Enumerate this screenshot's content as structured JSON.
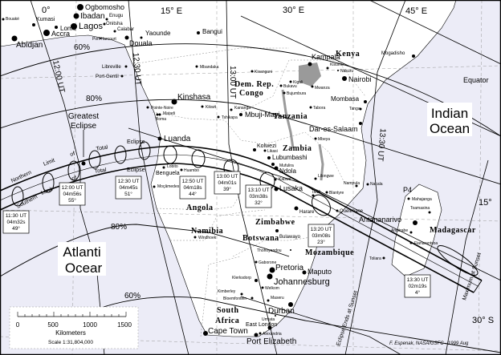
{
  "colors": {
    "ocean": "#ececf7",
    "land": "#ffffff",
    "lake": "#9a9a9a",
    "ink": "#000000"
  },
  "graticule": {
    "lon_0": "0°",
    "lon_15": "15° E",
    "lon_30": "30° E",
    "lon_45": "45° E",
    "lat_15": "15°",
    "lat_30": "30° S",
    "equator": "Equator"
  },
  "time_lines": {
    "t1200": "12:00 UT",
    "t1230": "12:30 UT",
    "t1300": "13:00 UT",
    "t1330": "13:30 UT"
  },
  "magnitude": {
    "n60": "60%",
    "n80": "80%",
    "s80": "80%",
    "s60": "60%"
  },
  "annotations": {
    "greatest_1": "Greatest",
    "greatest_2": "Eclipse",
    "northern": "Northern",
    "limit_n": "Limit",
    "of_n": "of",
    "total_n": "Total",
    "eclipse_n": "Eclipse",
    "southern": "Southern",
    "limit_s": "Limit",
    "of_s": "of",
    "total_s": "Total",
    "eclipse_s": "Eclipse",
    "indian_1": "Indian",
    "indian_2": "Ocean",
    "atlantic_1": "Atlanti",
    "atlantic_2": "Ocear",
    "ends_sunset": "Eclipse Ends at Sunset",
    "max_sunset": "Maximum at Sunset",
    "p4": "P4",
    "credit": "F. Espenak, NASA/GSFC - 1999 Aug"
  },
  "countries": [
    "Kenya",
    "Dem. Rep.",
    "Congo",
    "Tanzania",
    "Zambia",
    "Angola",
    "Namibia",
    "Botswana",
    "Zimbabwe",
    "Mozambique",
    "Madagascar",
    "South",
    "Africa"
  ],
  "cities": [
    "Ogbomosho",
    "Ibadan",
    "Lagos",
    "Lome",
    "Accra",
    "Kumasi",
    "Abidjan",
    "Bouaké",
    "Enugu",
    "Onitsha",
    "Calabar",
    "Port Harcourt",
    "Douala",
    "Yaounde",
    "Bangui",
    "Mbandaka",
    "Libreville",
    "Port-Gentil",
    "Kinshasa",
    "Pointe-Noire",
    "Matadi",
    "Boma",
    "Kikwit",
    "Kananga",
    "Tshikapa",
    "Mbuji-Mayi",
    "Luanda",
    "Lobito",
    "Benguela",
    "Huambo",
    "Moçâmedes",
    "Windhoek",
    "Kisangani",
    "Kampala",
    "Kisumu",
    "Nakuru",
    "Nairobi",
    "Kigali",
    "Bukavu",
    "Mwanza",
    "Bujumbura",
    "Mombasa",
    "Tanga",
    "Tabora",
    "Dar-es-Salaam",
    "Mbeya",
    "Mogadisho",
    "Kolwezi",
    "Likasi",
    "Lubumbashi",
    "Mufulira",
    "Ndola",
    "Kabwe",
    "Lusaka",
    "Lilongwe",
    "Nampula",
    "Nacala",
    "Tete",
    "Blantyre",
    "Quelimane",
    "Harare",
    "Bulawayo",
    "Thohoyandou",
    "Gaborone",
    "Pretoria",
    "Johannesburg",
    "Maputo",
    "Klerksdorp",
    "Welkom",
    "Kimberley",
    "Bloemfontein",
    "Maseru",
    "Durban",
    "Umtata",
    "East London",
    "Alexandria",
    "Port Elizabeth",
    "Cape Town",
    "Mahajanga",
    "Toamasina",
    "Antananarivo",
    "Antsirabe",
    "Fianarantsoa",
    "Toliara"
  ],
  "time_boxes": [
    {
      "time": "11:30 UT",
      "duration": "04m32s",
      "altitude": "49°"
    },
    {
      "time": "12:00 UT",
      "duration": "04m56s",
      "altitude": "55°"
    },
    {
      "time": "12:30 UT",
      "duration": "04m45s",
      "altitude": "51°"
    },
    {
      "time": "12:50 UT",
      "duration": "04m18s",
      "altitude": "44°"
    },
    {
      "time": "13:00 UT",
      "duration": "04m01s",
      "altitude": "39°"
    },
    {
      "time": "13:10 UT",
      "duration": "03m38s",
      "altitude": "32°"
    },
    {
      "time": "13:20 UT",
      "duration": "03m08s",
      "altitude": "23°"
    },
    {
      "time": "13:30 UT",
      "duration": "02m19s",
      "altitude": "4°"
    }
  ],
  "scale": {
    "ticks": [
      "0",
      "500",
      "1000",
      "1500"
    ],
    "unit": "Kilometers",
    "ratio": "Scale 1:31,804,000"
  }
}
